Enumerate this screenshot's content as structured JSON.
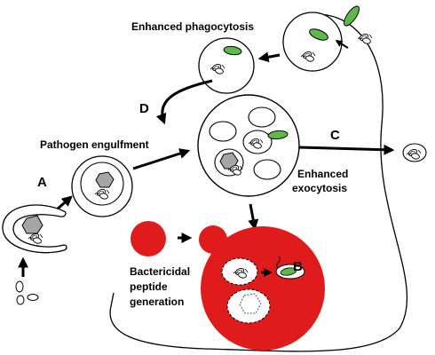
{
  "labels": {
    "enhanced_phagocytosis": "Enhanced phagocytosis",
    "pathogen_engulfment": "Pathogen engulfment",
    "enhanced_exocytosis_1": "Enhanced",
    "enhanced_exocytosis_2": "exocytosis",
    "bactericidal_1": "Bactericidal",
    "bactericidal_2": "peptide",
    "bactericidal_3": "generation"
  },
  "panels": {
    "a": "A",
    "b": "B",
    "c": "C",
    "d": "D"
  },
  "colors": {
    "red": "#e01b1b",
    "green": "#5fb84a",
    "gray": "#a6a6a6",
    "stroke": "#000000"
  }
}
